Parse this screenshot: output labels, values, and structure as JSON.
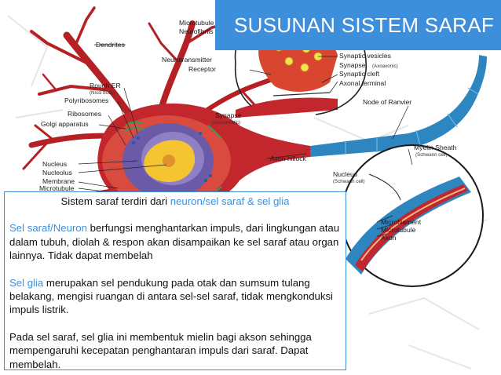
{
  "title": "SUSUNAN SISTEM SARAF",
  "colors": {
    "accent": "#3d8fdc",
    "neuron_red": "#c1272d",
    "nucleus_purple": "#6b5aa8",
    "nucleus_yellow": "#f4c431",
    "myelin_blue": "#2e86c1"
  },
  "diagram": {
    "labels": {
      "dendrites": "Dendrites",
      "microtubule_top": "Microtubule",
      "neurofibrils": "Neurofibrils",
      "neurotransmitter": "Neurotransmitter",
      "receptor": "Receptor",
      "synaptic_vesicles": "Synaptic vesicles",
      "synapse": "Synapse",
      "axoaxonic": "(Axoaxonic)",
      "synaptic_cleft": "Synaptic cleft",
      "axonal_terminal": "Axonal terminal",
      "rough_er": "Rough ER",
      "nissl_body": "(Nissl body)",
      "polyribosomes": "Polyribosomes",
      "ribosomes": "Ribosomes",
      "golgi_apparatus": "Golgi apparatus",
      "node_of_ranvier": "Node of Ranvier",
      "synapse_axosomatic": "Synapse",
      "axosomatic": "(Axosomatic)",
      "axon_hillock": "Axon hillock",
      "myelin_sheath": "Myelin Sheath",
      "schwann_cell": "(Schwann cell)",
      "nucleus": "Nucleus",
      "nucleolus": "Nucleolus",
      "membrane": "Membrane",
      "microtubule_left": "Microtubule",
      "nucleus_schwann": "Nucleus",
      "schwann_cell_2": "(Schwann cell)",
      "microfilament": "Microfilament",
      "microtubule_right": "Microtubule",
      "axon": "Axon"
    }
  },
  "content": {
    "intro_prefix": "Sistem saraf terdiri dari ",
    "intro_highlight": "neuron/sel saraf & sel glia",
    "p1_highlight": "Sel saraf/Neuron",
    "p1_text": " berfungsi menghantarkan impuls, dari lingkungan atau dalam tubuh, diolah & respon akan disampaikan ke sel saraf atau organ lainnya. Tidak dapat membelah",
    "p2_highlight": "Sel glia",
    "p2_text": " merupakan sel pendukung pada otak dan sumsum tulang belakang, mengisi ruangan di antara sel-sel saraf, tidak mengkonduksi impuls listrik.",
    "p3_text": "Pada sel saraf, sel glia ini membentuk mielin bagi akson sehingga mempengaruhi kecepatan penghantaran impuls dari saraf. Dapat membelah."
  }
}
